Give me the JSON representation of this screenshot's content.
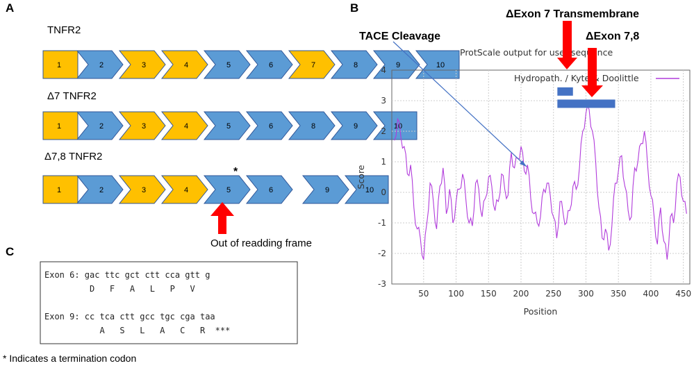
{
  "panels": {
    "a": "A",
    "b": "B",
    "c": "C"
  },
  "panel_a": {
    "colors": {
      "yellow": "#FFC000",
      "blue": "#5B9BD5",
      "stroke": "#2F5597"
    },
    "rows": [
      {
        "label": "TNFR2",
        "exons": [
          {
            "n": "1",
            "color": "yellow"
          },
          {
            "n": "2",
            "color": "blue"
          },
          {
            "n": "3",
            "color": "yellow"
          },
          {
            "n": "4",
            "color": "yellow"
          },
          {
            "n": "5",
            "color": "blue"
          },
          {
            "n": "6",
            "color": "blue"
          },
          {
            "n": "7",
            "color": "yellow"
          },
          {
            "n": "8",
            "color": "blue"
          },
          {
            "n": "9",
            "color": "blue"
          },
          {
            "n": "10",
            "color": "blue"
          }
        ]
      },
      {
        "label": "Δ7 TNFR2",
        "exons": [
          {
            "n": "1",
            "color": "yellow"
          },
          {
            "n": "2",
            "color": "blue"
          },
          {
            "n": "3",
            "color": "yellow"
          },
          {
            "n": "4",
            "color": "yellow"
          },
          {
            "n": "5",
            "color": "blue"
          },
          {
            "n": "6",
            "color": "blue"
          },
          {
            "n": "8",
            "color": "blue"
          },
          {
            "n": "9",
            "color": "blue"
          },
          {
            "n": "10",
            "color": "blue"
          }
        ]
      },
      {
        "label": "Δ7,8 TNFR2",
        "exons": [
          {
            "n": "1",
            "color": "yellow"
          },
          {
            "n": "2",
            "color": "blue"
          },
          {
            "n": "3",
            "color": "yellow"
          },
          {
            "n": "4",
            "color": "yellow"
          },
          {
            "n": "5",
            "color": "blue"
          },
          {
            "n": "6",
            "color": "blue"
          },
          {
            "n": "9",
            "color": "blue"
          },
          {
            "n": "10",
            "color": "blue"
          }
        ]
      }
    ],
    "asterisk": "*",
    "out_of_frame_label": "Out of readding frame"
  },
  "panel_b": {
    "label_transmembrane": "ΔExon 7 Transmembrane",
    "label_tace": "TACE Cleavage",
    "label_exon78": "ΔExon 7,8",
    "title": "ProtScale output for user sequence",
    "legend": "Hydropath. / Kyte & Doolittle",
    "ylabel": "Score",
    "xlabel": "Position",
    "y_ticks": [
      "4",
      "3",
      "2",
      "1",
      "0",
      "-1",
      "-2",
      "-3"
    ],
    "x_ticks": [
      "50",
      "100",
      "150",
      "200",
      "250",
      "300",
      "350",
      "400",
      "450"
    ],
    "line_color": "#B13BDB",
    "box_color": "#4472C4",
    "arrow_color": "#FF0000"
  },
  "chart_data": {
    "type": "line",
    "title": "ProtScale output for user sequence",
    "xlabel": "Position",
    "ylabel": "Score",
    "xlim": [
      1,
      460
    ],
    "ylim": [
      -3,
      4
    ],
    "grid": true,
    "legend_position": "top-right",
    "series": [
      {
        "name": "Hydropath. / Kyte & Doolittle",
        "x": [
          5,
          10,
          15,
          20,
          25,
          30,
          35,
          40,
          45,
          50,
          55,
          60,
          65,
          70,
          75,
          80,
          85,
          90,
          95,
          100,
          105,
          110,
          115,
          120,
          125,
          130,
          135,
          140,
          145,
          150,
          155,
          160,
          165,
          170,
          175,
          180,
          185,
          190,
          195,
          200,
          205,
          210,
          215,
          220,
          225,
          230,
          235,
          240,
          245,
          250,
          255,
          260,
          265,
          270,
          275,
          280,
          285,
          290,
          295,
          300,
          305,
          310,
          315,
          320,
          325,
          330,
          335,
          340,
          345,
          350,
          355,
          360,
          365,
          370,
          375,
          380,
          385,
          390,
          395,
          400,
          405,
          410,
          415,
          420,
          425,
          430,
          435,
          440,
          445,
          450,
          455
        ],
        "y": [
          1.7,
          2.4,
          1.8,
          1.5,
          0.6,
          0.9,
          -0.5,
          -1.2,
          -1.5,
          -2.2,
          -1.0,
          0.3,
          -0.3,
          -1.2,
          0.2,
          0.8,
          -0.7,
          0.1,
          -1.0,
          -0.3,
          0.1,
          0.6,
          -0.2,
          -1.0,
          -1.1,
          0.3,
          0.1,
          -0.8,
          -0.2,
          0.5,
          0.2,
          -0.6,
          -0.3,
          0.6,
          0.1,
          -0.1,
          1.3,
          0.8,
          1.1,
          1.5,
          0.7,
          0.9,
          -0.2,
          -0.7,
          -1.0,
          -0.8,
          0.1,
          0.3,
          -0.1,
          -0.8,
          -1.5,
          -0.3,
          -0.7,
          -1.0,
          -0.6,
          0.2,
          0.1,
          0.8,
          2.0,
          2.6,
          2.7,
          2.0,
          1.0,
          -0.5,
          -1.5,
          -1.2,
          -1.9,
          -1.1,
          0.3,
          0.7,
          1.2,
          0.2,
          -0.6,
          -0.8,
          0.8,
          1.0,
          1.6,
          2.0,
          0.9,
          -0.1,
          -0.8,
          -1.7,
          -0.5,
          -1.6,
          -2.2,
          -0.8,
          -1.0,
          0.3,
          0.5,
          -0.3,
          -0.7
        ]
      }
    ],
    "annotations": [
      {
        "text": "ΔExon 7 Transmembrane",
        "x_start": 256,
        "x_end": 280,
        "y": 3.3
      },
      {
        "text": "ΔExon 7,8",
        "x_start": 256,
        "x_end": 345,
        "y": 2.9
      },
      {
        "text": "TACE Cleavage",
        "x": 212,
        "y": 0.85
      }
    ]
  },
  "panel_c": {
    "line1": "Exon 6: gac ttc gct ctt cca gtt g",
    "line2": "         D   F   A   L   P   V",
    "line3": "Exon 9: cc tca ctt gcc tgc cga taa",
    "line4": "           A   S   L   A   C   R  ***"
  },
  "footnote": "* Indicates a termination codon"
}
